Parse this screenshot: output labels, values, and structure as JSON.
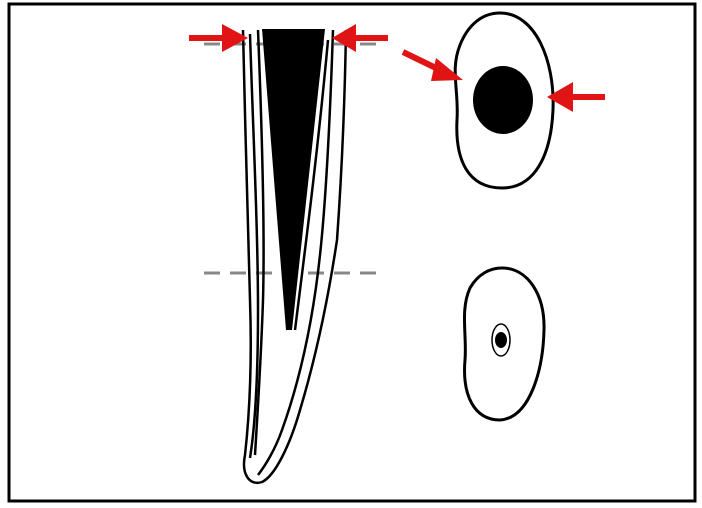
{
  "figure": {
    "colors": {
      "outline": "#000000",
      "arrow": "#e01414",
      "dashed_line": "#888888",
      "background": "#ffffff"
    },
    "elements": {
      "frame": "rectangular-border",
      "root": "tapered-root-longitudinal-section",
      "canal_fill": "tapered-black-canal-filling",
      "upper_cross_section": "oval-outline-with-filled-canal",
      "lower_cross_section": "oval-outline-with-small-canal",
      "arrows": [
        "arrow-right-top-left",
        "arrow-left-top-right",
        "arrow-diagonal-to-cross-section",
        "arrow-left-to-cross-section"
      ],
      "dashed_lines": [
        "upper-section-line",
        "lower-section-line"
      ]
    }
  }
}
